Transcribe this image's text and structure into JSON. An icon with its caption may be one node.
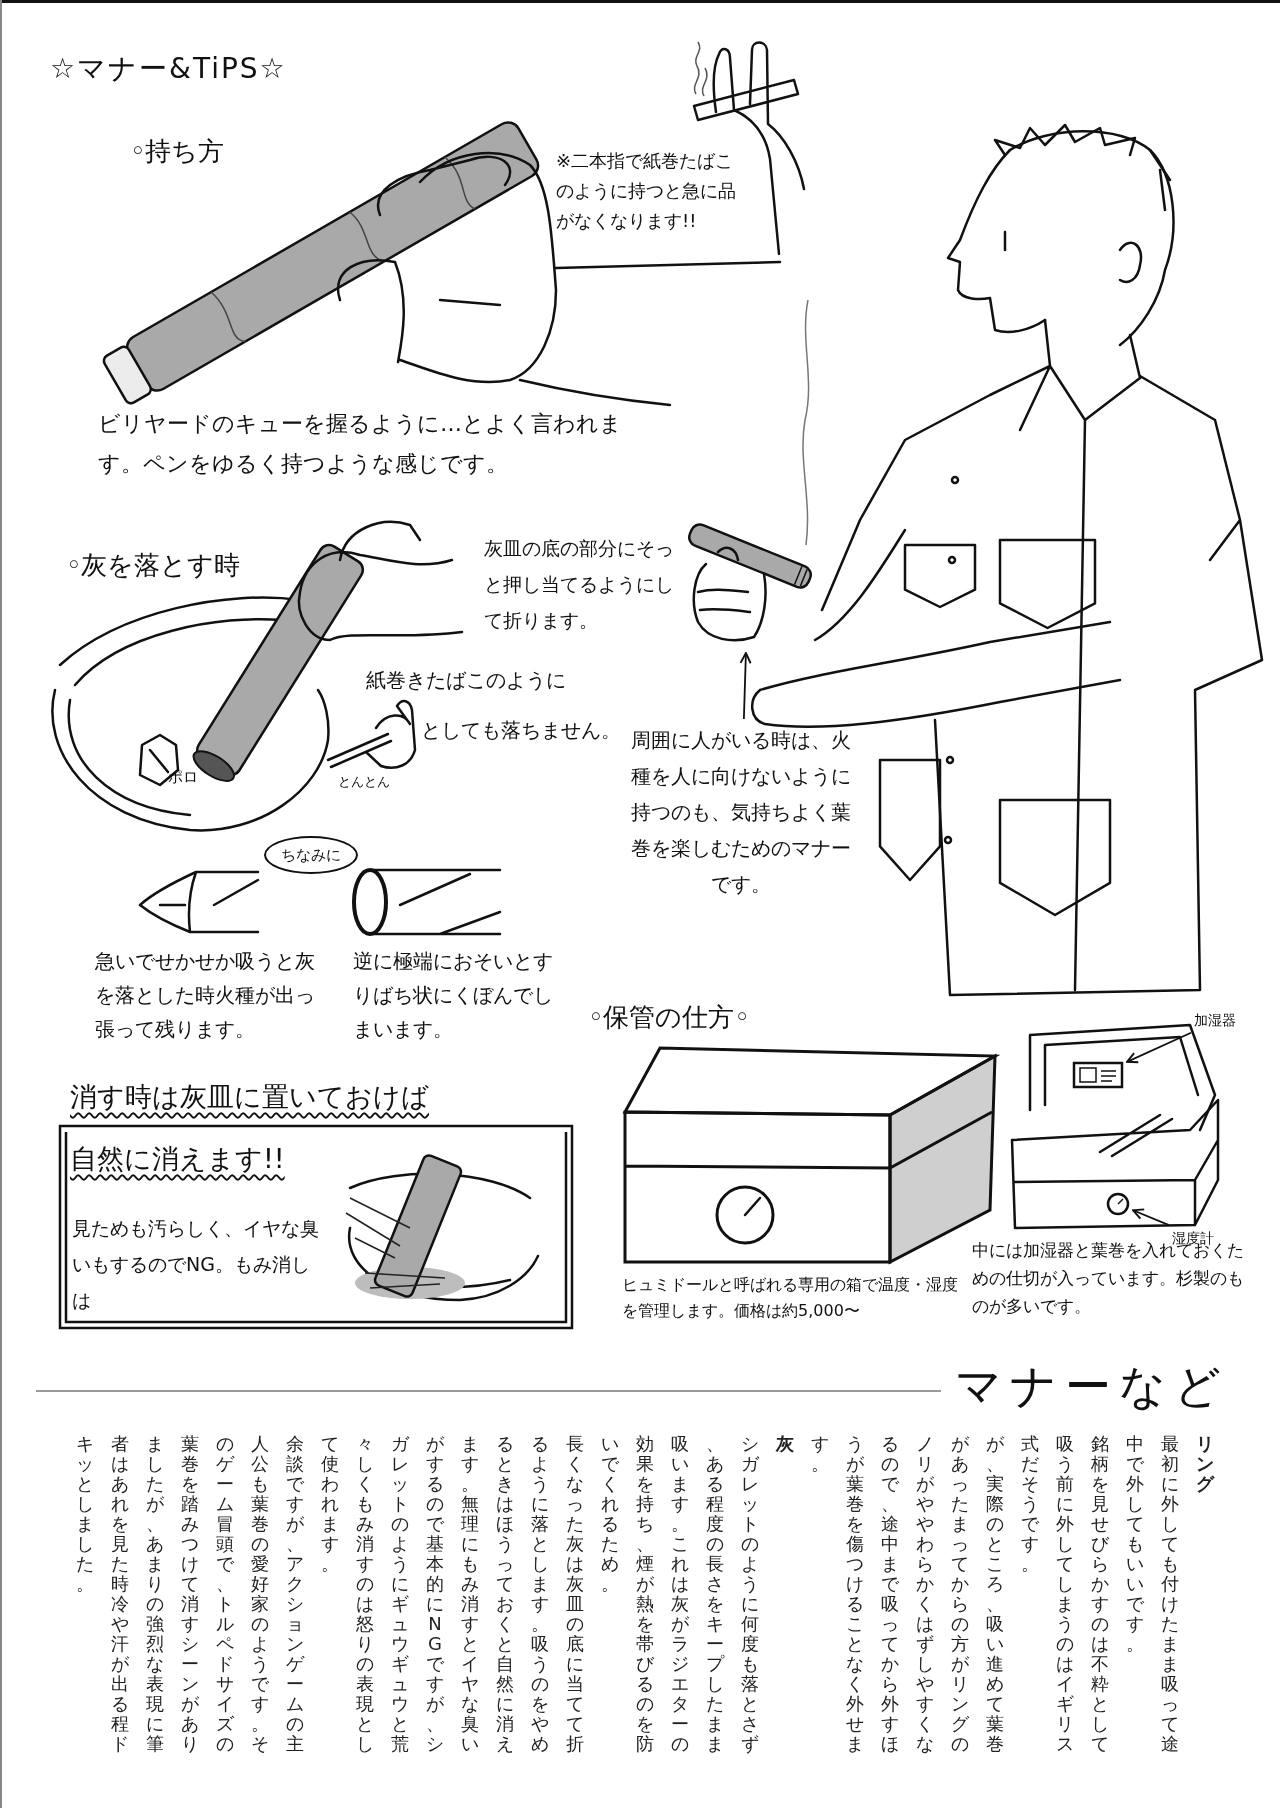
{
  "diagram": {
    "title": "☆マナー&TiPS☆",
    "nodes": [
      {
        "text": [
          "周囲に人がいる時は、火種を人に向けないように持つのも、気持ちよく葉巻を楽しむためのマナーです。"
        ]
      },
      {
        "text": [],
        "shape": "picture"
      },
      {
        "text": [
          "加湿器"
        ]
      },
      {
        "text": [],
        "shape": "picture"
      },
      {
        "text": [
          "湿度計"
        ]
      },
      {
        "text": [],
        "shape": "circle"
      },
      {
        "text": [
          "ちなみに"
        ]
      },
      {
        "text": [
          "消す時は灰皿に置いておけば",
          "自然に消えます!!",
          "見ためも汚らしく、イヤな臭いもするのでNG。もみ消しは"
        ]
      }
    ],
    "edges": [
      {
        "from": 0,
        "to": 1,
        "arrow": "to"
      },
      {
        "from": 2,
        "to": 3,
        "arrow": "to"
      },
      {
        "from": 4,
        "to": 5,
        "arrow": "to"
      }
    ],
    "labels": [
      "◦持ち方",
      "※二本指で紙巻たばこのように持つと急に品がなくなります!!",
      "ビリヤードのキューを握るように…とよく言われます。ペンをゆるく持つような感じです。",
      "◦灰を落とす時",
      "灰皿の底の部分にそっと押し当てるようにして折ります。",
      "紙巻きたばこのように",
      "としても落ちません。",
      "とんとん",
      "ポロ",
      "急いでせかせか吸うと灰を落とした時火種が出っ張って残ります。",
      "逆に極端におそいとすりばち状にくぼんでしまいます。",
      "◦保管の仕方◦",
      "ヒュミドールと呼ばれる専用の箱で温度・湿度を管理します。価格は約5,000〜",
      "中には加湿器と葉巻を入れておくための仕切が入っています。杉製のものが多いです。",
      "マナーなど",
      "リング",
      "最初に外しても付けたまま吸って途中で外してもいいです。",
      "銘柄を見せびらかすのは不粋として吸う前に外してしまうのはイギリス式だそうです。",
      "が、実際のところ、吸い進めて葉巻があったまってからの方がリングのノリがややわらかくはずしやすくなるので、途中まで吸ってから外すほうが葉巻を傷つけることなく外せます。",
      "灰",
      "シガレットのように何度も落とさず、ある程度の長さをキープしたまま吸います。これは灰がラジエターの効果を持ち、煙が熱を帯びるのを防いでくれるため。",
      "長くなった灰は灰皿の底に当てて折るように落とします。吸うのをやめるときはほうっておくと自然に消えます。無理にもみ消すとイヤな臭いがするので基本的にNGですが、シガレットのようにギュウギュウと荒々しくもみ消すのは怒りの表現として使われます。",
      "余談ですが、アクションゲームの主人公も葉巻の愛好家のようです。そのゲーム冒頭で、トルペドサイズの葉巻を踏みつけて消すシーンがありましたが、あまりの強烈な表現に筆者はあれを見た時冷や汗が出る程ドキッとしました。"
    ]
  }
}
